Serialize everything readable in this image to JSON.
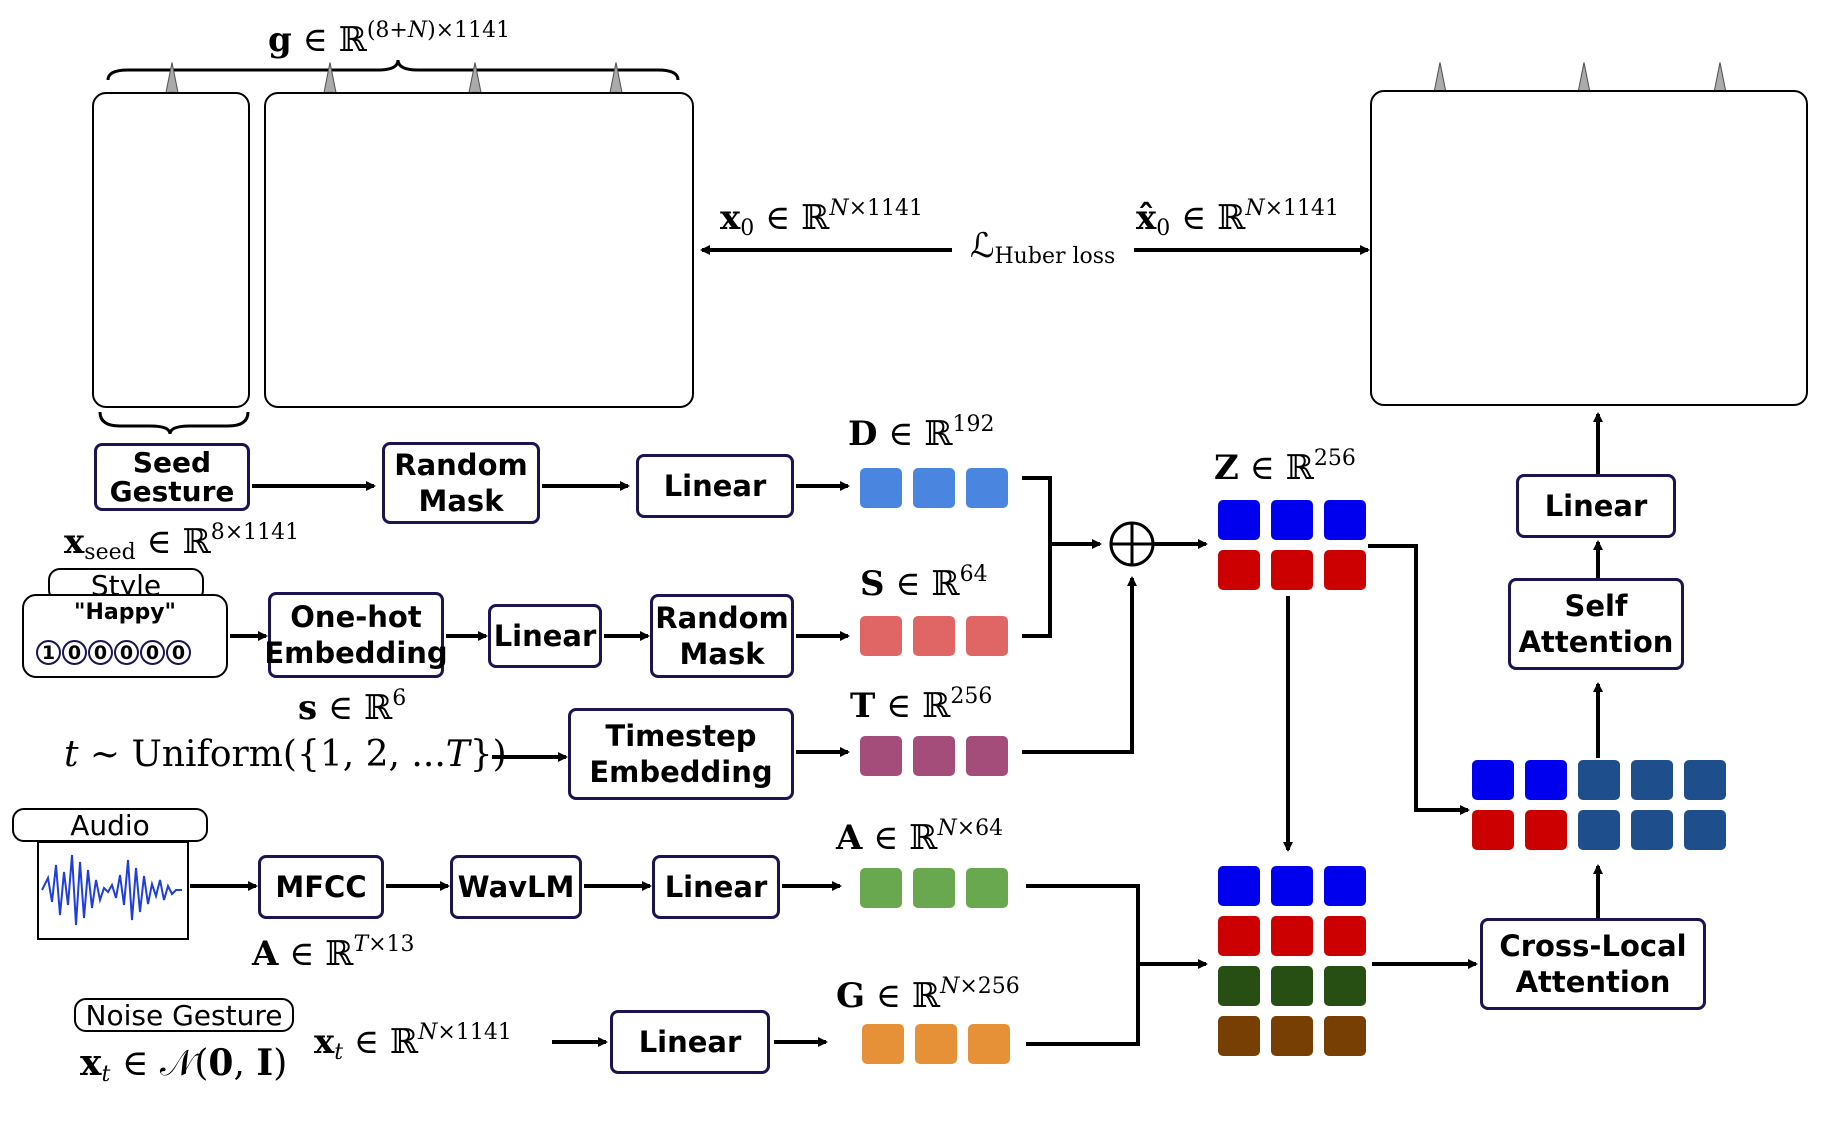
{
  "top_brace_label": "g ∈ ℝ^(8+N)×1141",
  "x0_label": "x₀ ∈ ℝ^N×1141",
  "loss_label": "ℒ_Huber loss",
  "x0hat_label": "x̂₀ ∈ ℝ^N×1141",
  "boxes": {
    "seed_gesture": "Seed Gesture",
    "random_mask_d": "Random Mask",
    "linear_d": "Linear",
    "onehot_embedding": "One-hot Embedding",
    "linear_s": "Linear",
    "random_mask_s": "Random Mask",
    "timestep_embedding": "Timestep Embedding",
    "mfcc": "MFCC",
    "wavlm": "WavLM",
    "linear_a": "Linear",
    "linear_g": "Linear",
    "cross_local_attention": "Cross-Local Attention",
    "self_attention": "Self Attention",
    "linear_out": "Linear"
  },
  "labels": {
    "x_seed": "x_seed ∈ ℝ^8×1141",
    "s_vec": "s ∈ ℝ^6",
    "t_uniform": "t ∼ Uniform({1, 2, ...T})",
    "a_raw": "A ∈ ℝ^T×13",
    "x_t_noise": "x_t ∈ 𝒩(0, I)",
    "x_t_dim": "x_t ∈ ℝ^N×1141",
    "D": "D ∈ ℝ^192",
    "S": "S ∈ ℝ^64",
    "T": "T ∈ ℝ^256",
    "A": "A ∈ ℝ^N×64",
    "G": "G ∈ ℝ^N×256",
    "Z": "Z ∈ ℝ^256"
  },
  "style_tag": "Style",
  "style_value": "\"Happy\"",
  "style_onehot": [
    "1",
    "0",
    "0",
    "0",
    "0",
    "0"
  ],
  "audio_tag": "Audio",
  "noise_tag": "Noise Gesture",
  "colors": {
    "D": "#4a86e0",
    "S": "#e06666",
    "T": "#a44d7b",
    "A": "#6aa84f",
    "G": "#e69138",
    "Z_top": "#0000ee",
    "Z_bottom": "#cc0000",
    "dark_blue": "#1f4e8c",
    "dark_green": "#274e13",
    "brown": "#783f04",
    "box_border": "#1a1550"
  },
  "icons": {
    "plus": "circled-plus-icon",
    "figure": "humanoid-skeleton-figure",
    "waveform": "audio-waveform-icon"
  }
}
